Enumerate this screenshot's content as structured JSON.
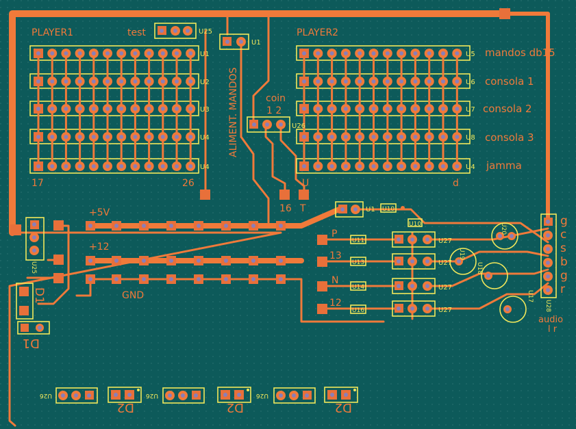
{
  "colors": {
    "board": "#0d5a5a",
    "copper": "#f07a3a",
    "silkscreen": "#f2e85a",
    "drill": "#8a7fb8"
  },
  "labels": {
    "player1": "PLAYER1",
    "player2": "PLAYER2",
    "test": "test",
    "aliment": "ALIMENT. MANDOS",
    "coin": "coin",
    "coin_pins": "1 2",
    "num_17": "17",
    "num_26": "26",
    "u_left": "U",
    "d_right": "d",
    "num_16": "16",
    "t_label": "T",
    "plus5v": "+5V",
    "plus12": "+12",
    "gnd": "GND",
    "p_label": "P",
    "n13": "13",
    "n_label": "N",
    "n12": "12",
    "mandos": "mandos db15",
    "consola1": "consola 1",
    "consola2": "consola 2",
    "consola3": "consola 3",
    "jamma": "jamma",
    "audio": "audio",
    "audio_lr": "l   r",
    "g1": "g",
    "c": "c",
    "s": "s",
    "b": "b",
    "g2": "g",
    "r": "r"
  },
  "refdes": {
    "u25_top": "U25",
    "u1_top": "U1",
    "left_rows": [
      "U1",
      "U2",
      "U3",
      "U4",
      "U4"
    ],
    "right_rows": [
      "U5",
      "U6",
      "U7",
      "U8",
      "U4"
    ],
    "u26_mid": "U26",
    "u1_small": "U1",
    "u10": "U10",
    "u10b": "U10",
    "u27": "U27",
    "u11": "U11",
    "u13": "U13",
    "u14": "U14",
    "u16": "U16",
    "u28": "U28",
    "u25_left": "U25",
    "d1": "D1",
    "d1_small": "D1",
    "d2": "D2",
    "u26_bottom": "U26",
    "u17": "U17",
    "u18": "U18",
    "u19": "U19",
    "u20": "U20"
  }
}
